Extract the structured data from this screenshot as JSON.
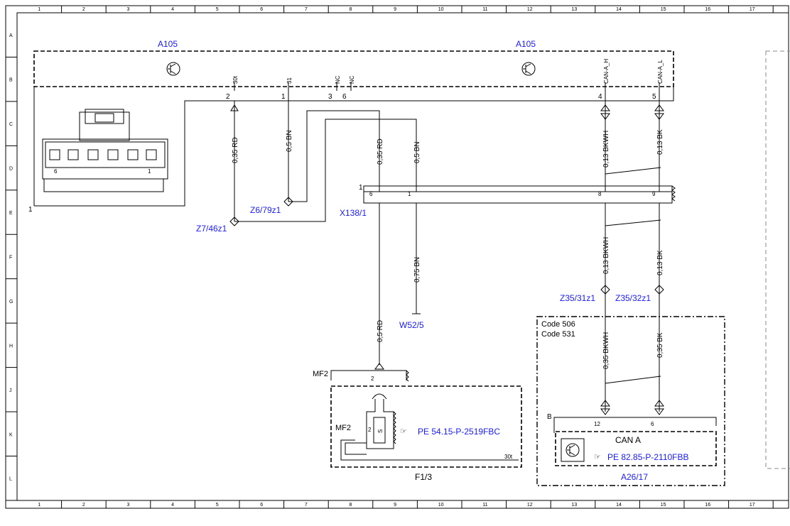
{
  "grid": {
    "columns": [
      "1",
      "2",
      "3",
      "4",
      "5",
      "6",
      "7",
      "8",
      "9",
      "10",
      "11",
      "12",
      "13",
      "14",
      "15",
      "16",
      "17"
    ],
    "rows": [
      "A",
      "B",
      "C",
      "D",
      "E",
      "F",
      "G",
      "H",
      "J",
      "K",
      "L"
    ]
  },
  "components": {
    "a105_left": "A105",
    "a105_right": "A105",
    "x138": "X138/1",
    "z7": "Z7/46z1",
    "z6": "Z6/79z1",
    "w52": "W52/5",
    "z35_31": "Z35/31z1",
    "z35_32": "Z35/32z1",
    "f13": "F1/3",
    "a26": "A26/17",
    "mf2_top": "MF2",
    "mf2_inner": "MF2",
    "code506": "Code 506",
    "code531": "Code 531",
    "b_label": "B",
    "can_a": "CAN A",
    "ref_f13": "PE 54.15-P-2519FBC",
    "ref_a26": "PE 82.85-P-2110FBB"
  },
  "pins": {
    "p30t": "30t",
    "p31": "31",
    "nc1": "NC",
    "nc2": "NC",
    "canh": "CAN-A_H",
    "canl": "CAN-A_L",
    "n2": "2",
    "n1": "1",
    "n3": "3",
    "n6": "6",
    "n4": "4",
    "n5": "5",
    "x6": "6",
    "x1": "1",
    "x8": "8",
    "x9": "9",
    "x1lbl": "1",
    "conn6": "6",
    "conn1": "1",
    "frame1": "1",
    "mf2pin": "2",
    "fuse2": "2",
    "fuseS": "S",
    "a26_12": "12",
    "a26_6": "6",
    "p30t_bottom": "30t"
  },
  "wires": {
    "w1": "0,35 RD",
    "w2": "0,5 BN",
    "w3": "0,35 RD",
    "w4": "0,5 BN",
    "w5": "0,13 BKWH",
    "w6": "0,13 BK",
    "w7": "0,13 BKWH",
    "w8": "0,13 BK",
    "w9": "0,75 BN",
    "w10": "0,5 RD",
    "w11": "0,35 BKWH",
    "w12": "0,35 BK"
  },
  "colors": {
    "label": "#1a1aff",
    "line": "#000000"
  }
}
